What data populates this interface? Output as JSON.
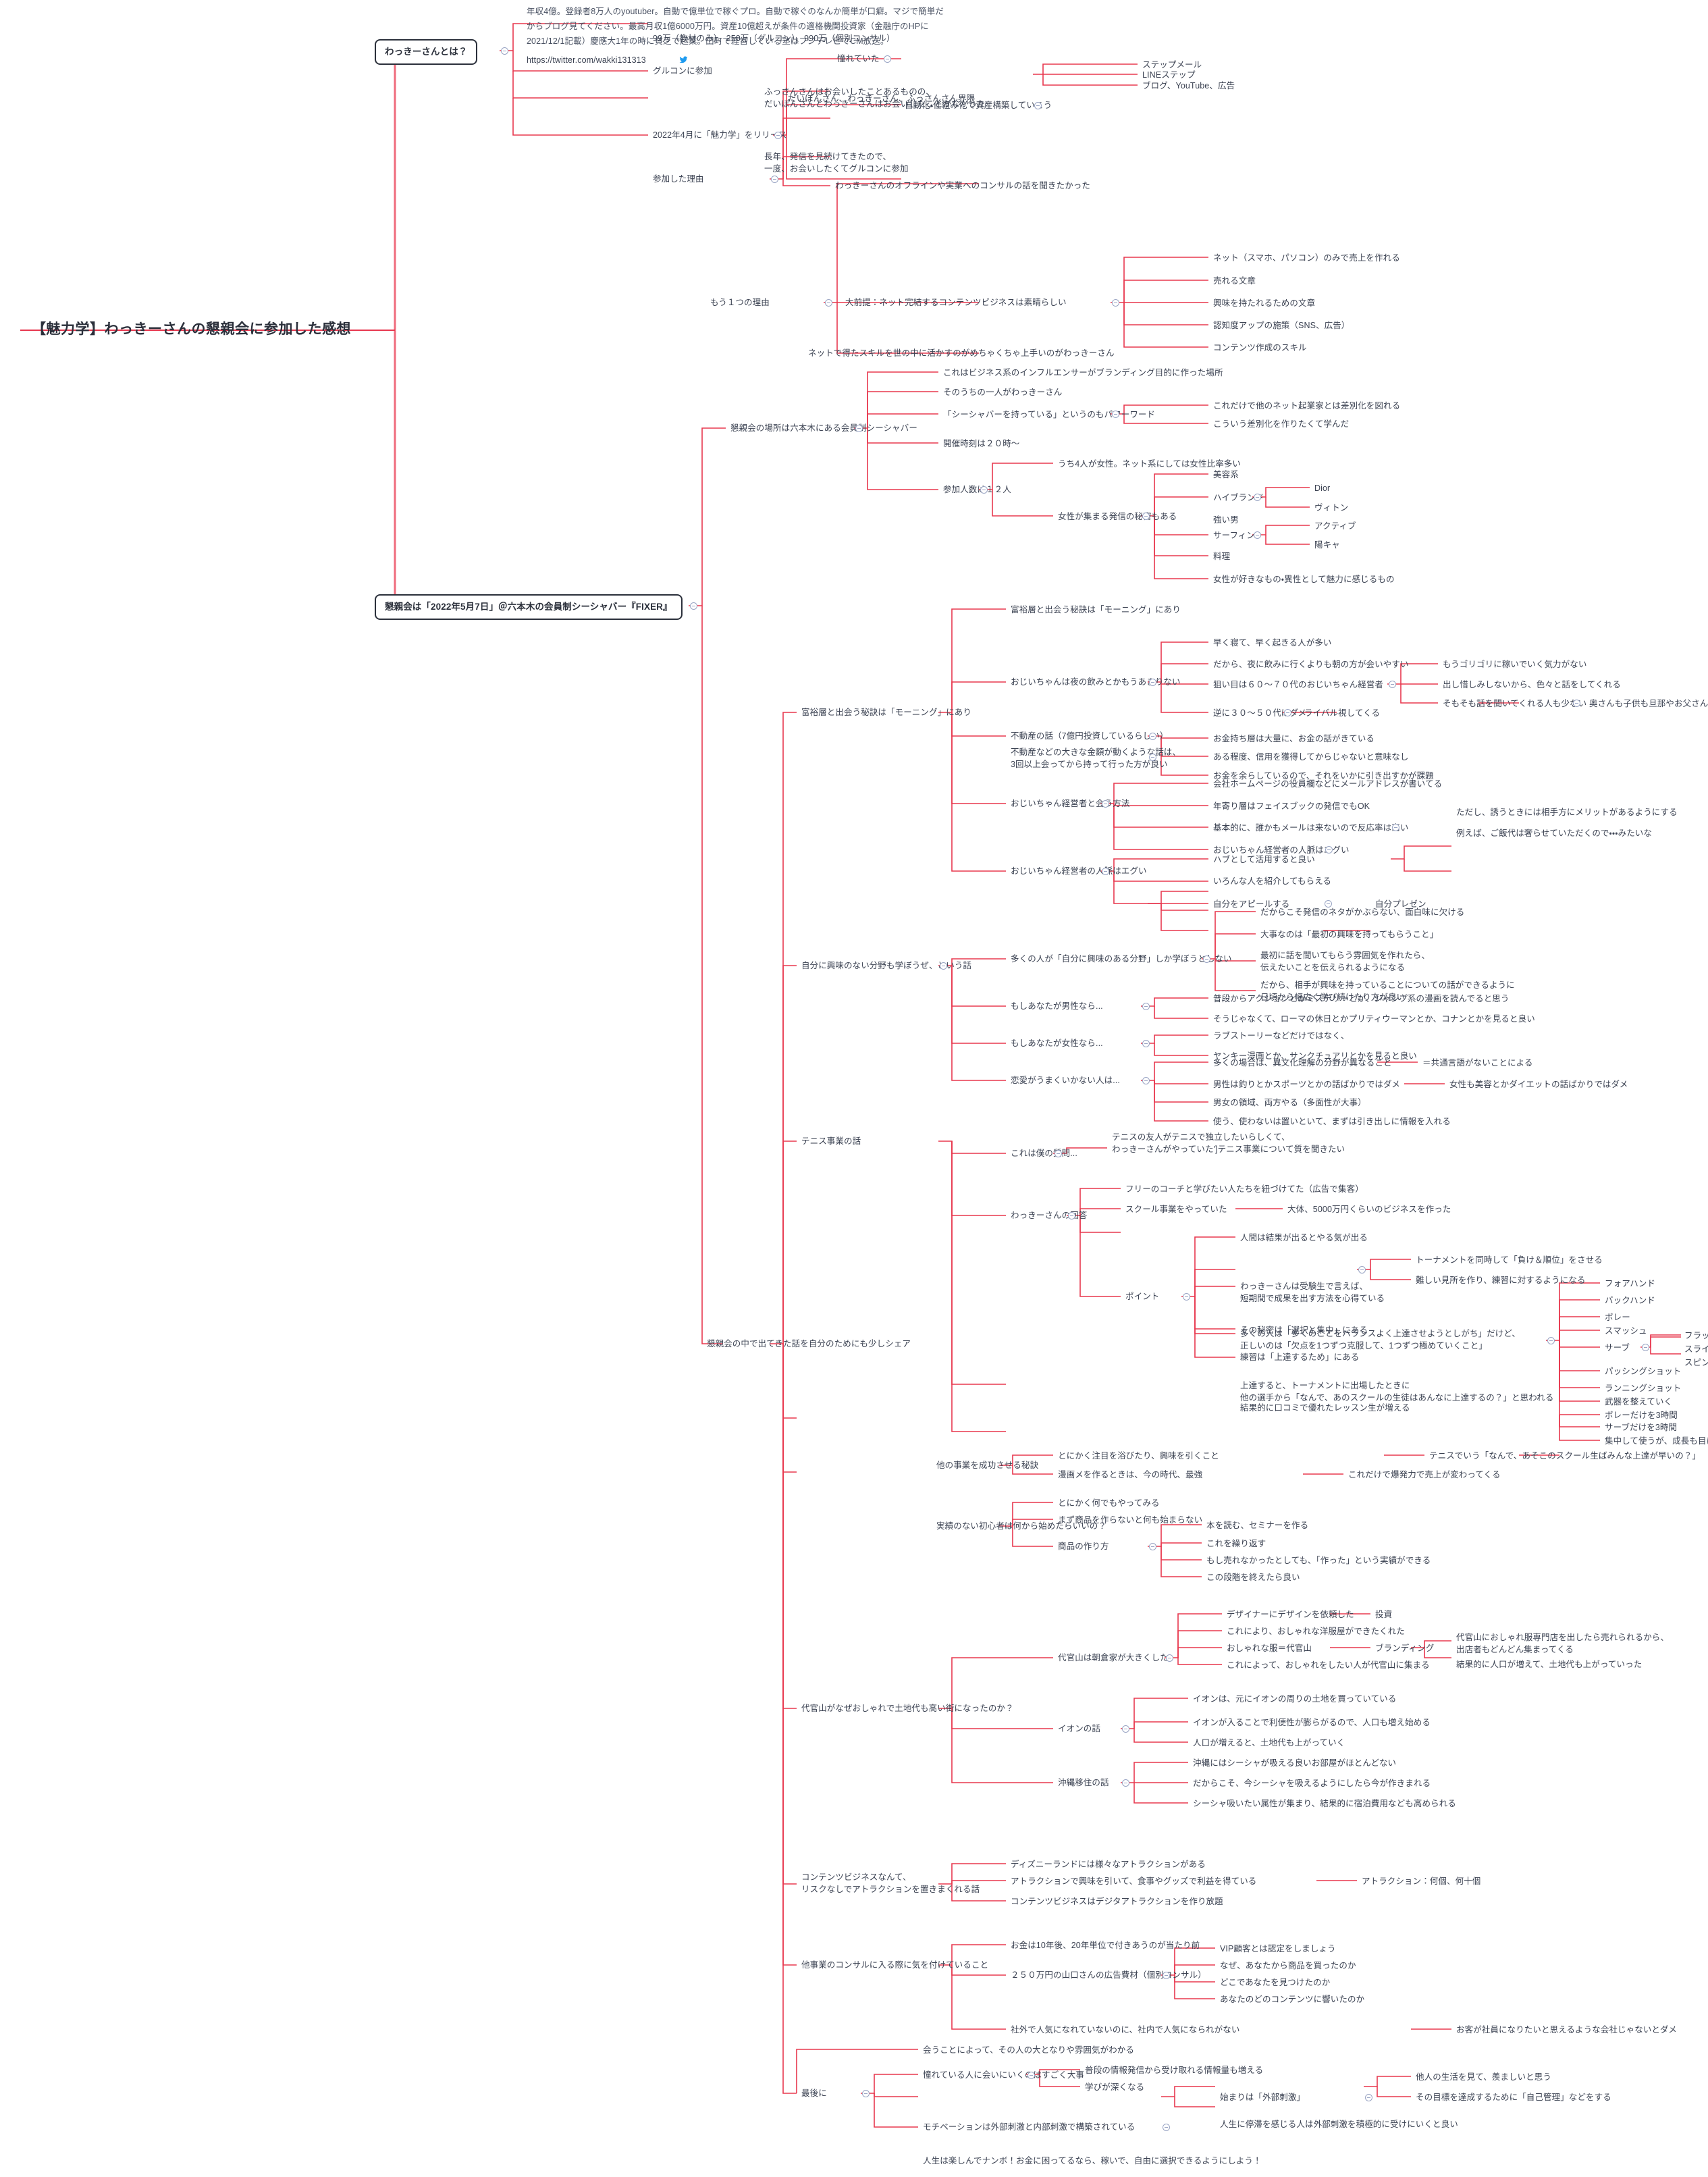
{
  "meta": {
    "title": "【魅力学】わっきーさんの懇親会に参加した感想",
    "accent_color": "#e8384f",
    "root_color": "#2b303b",
    "text_color": "#3b4252",
    "background": "#ffffff"
  },
  "root": {
    "label": "【魅力学】わっきーさんの懇親会に参加した感想"
  },
  "branch1": {
    "label": "わっきーさんとは？",
    "intro": "年収4億。登録者8万人のyoutuber。自動で億単位で稼ぐプロ。自動で稼ぐのなんか簡単が口癖。マジで簡単だ\nからブログ見てください。最高月収1億6000万円。資産10億超えが条件の適格機関投資家（金融庁のHPに\n2021/12/1記載）慶應大1年の時に貧乏で起業。田町で経営している塾はフジテレビでCM放送。",
    "twitter_url": "https://twitter.com/wakki131313",
    "release": "2022年4月に「魅力学」をリリース",
    "price": "99万（教材のみ）、250万（グルコン）、990万（個別コンサル）",
    "grucon": "グルコンに参加",
    "grucon_members": "だいぽんさん、わっきーさん、ふっさんさん界隈",
    "reason_label": "参加した理由",
    "reason_admire": "憧れていた",
    "reason_auto": "自動化・仕組み化で資産構築していこう",
    "step_mail": "ステップメール",
    "line_step": "LINEステップ",
    "blog_youtube_ad": "ブログ、YouTube、広告",
    "reason_met": "ふっさんさんはお会いしたことあるものの、\nだいぽんさんとわっきーさんはお会いしたことがなかった",
    "reason_longterm": "長年、発信を見続けてきたので、\n一度、お会いしたくてグルコンに参加",
    "reason2_label": "もう１つの理由",
    "reason2_consul": "わっきーさんのオフラインや実業へのコンサルの話を聞きたかった",
    "premise": "大前提：ネット完結するコンテンツビジネスは素晴らしい",
    "premise_items": [
      "ネット（スマホ、パソコン）のみで売上を作れる",
      "売れる文章",
      "興味を持たれるための文章",
      "認知度アップの施策（SNS、広告）",
      "コンテンツ作成のスキル"
    ],
    "net_skill": "ネットで得たスキルを世の中に活かすのがめちゃくちゃ上手いのがわっきーさん"
  },
  "branch2": {
    "label": "懇親会は「2022年5月7日」＠六本木の会員制シーシャバー『FIXER』",
    "venue": "懇親会の場所は六本木にある会員制シーシャバー",
    "venue_influencer": "これはビジネス系のインフルエンサーがブランディング目的に作った場所",
    "venue_one": "そのうちの一人がわっきーさん",
    "venue_powerword": "「シーシャバーを持っている」というのもパワーワード",
    "venue_pw_1": "これだけで他のネット起業家とは差別化を図れる",
    "venue_pw_2": "こういう差別化を作りたくて学んだ",
    "venue_time": "開催時刻は２０時〜",
    "attendees": "参加人数は１２人",
    "attendees_women": "うち4人が女性。ネット系にしては女性比率多い",
    "women_charm": "女性が集まる発信の秘密もある",
    "beauty": "美容系",
    "highbrand": "ハイブランド",
    "highbrand_1": "Dior",
    "highbrand_2": "ヴィトン",
    "strong_man": "強い男",
    "surfin": "サーフィン",
    "surfin_1": "アクティブ",
    "surfin_2": "陽キャ",
    "cooking": "料理",
    "women_like": "女性が好きなもの・異性として魅力に感じるもの"
  },
  "share": {
    "label": "懇親会の中で出てきた話を自分のためにも少しシェア"
  },
  "morning": {
    "title": "富裕層と出会う秘訣は「モーニング」にあり",
    "ojii_night": "おじいちゃんは夜の飲みとかもうあまりない",
    "early_1": "早く寝て、早く起きる人が多い",
    "early_2": "だから、夜に飲みに行くよりも朝の方が会いやすい",
    "target": "狙い目は６０〜７０代のおじいちゃん経営者",
    "target_1": "もうゴリゴリに稼いでいく気力がない",
    "target_2": "出し惜しみしないから、色々と話をしてくれる",
    "target_3": "そもそも話を聞いてくれる人も少ない",
    "target_3_sub": "奥さんも子供も旦那やお父さんの話に興味ない",
    "ng_age": "逆に３０〜５０代はダメ",
    "ng_age_sub": "ライバル視してくる"
  },
  "realestate": {
    "title": "不動産の話（7億円投資しているらしい）",
    "rich_money": "お金持ち層は大量に、お金の話がきている",
    "three_times": "不動産などの大きな金額が動くような話は、\n3回以上会ってから持って行った方が良い",
    "trust": "ある程度、信用を獲得してからじゃないと意味なし",
    "surplus": "お金を余らしているので、それをいかに引き出すかが課題"
  },
  "howtomeet": {
    "title": "おじいちゃん経営者と会う方法",
    "email_on_hp": "会社ホームページの役員欄などにメールアドレスが書いてる",
    "facebook_ok": "年寄り層はフェイスブックの発信でもOK",
    "response_high": "基本的に、誰かもメールは来ないので反応率は高い",
    "merit": "ただし、誘うときには相手方にメリットがあるようにする",
    "merit_example": "例えば、ご飯代は奢らせていただくので・・・みたいな",
    "network": "おじいちゃん経営者の人脈はエグい",
    "hub": "ハブとして活用すると良い",
    "intro_people": "いろんな人を紹介してもらえる",
    "self_appeal": "自分をアピールする",
    "self_presen": "自分プレゼン"
  },
  "learn": {
    "title": "自分に興味のない分野も学ぼうぜ、という話",
    "most_people": "多くの人が「自分に興味のある分野」しか学ぼうとしない",
    "mp_1": "だからこそ発信のネタがかぶらない、面白味に欠ける",
    "mp_2": "大事なのは「最初の興味を持ってもらうこと」",
    "mp_3": "最初に話を聞いてもらう雰囲気を作れたら、\n伝えたいことを伝えられるようになる",
    "mp_4": "だから、相手が興味を持っていることについての話ができるように\n日頃から幅広く学び続けたり方が良い",
    "if_male": "もしあなたが男性なら...",
    "if_male_1": "普段からアクションとかミステリーとか、ジャンプ系の漫画を読んでると思う",
    "if_male_2": "そうじゃなくて、ローマの休日とかプリティウーマンとか、コナンとかを見ると良い",
    "if_female": "もしあなたが女性なら...",
    "if_female_1": "ラブストーリーなどだけではなく、",
    "if_female_2": "ヤンキー漫画とか、サンクチュアリとかを見ると良い",
    "love_fail": "恋愛がうまくいかない人は...",
    "lf_1": "多くの場合は、異文化理解の分野が異なること",
    "lf_1_sub": "＝共通言語がないことによる",
    "lf_2": "男性は釣りとかスポーツとかの話ばかりではダメ",
    "lf_2_sub": "女性も美容とかダイエットの話ばかりではダメ",
    "lf_3": "男女の領域、両方やる（多面性が大事）",
    "lf_4": "使う、使わないは置いといて、まずは引き出しに情報を入れる"
  },
  "tennis": {
    "title": "テニス事業の話",
    "question": "これは僕の質問...",
    "q_1": "テニスの友人がテニスで独立したいらしくて、\nわっきーさんがやっていた']テニス事業について質を聞きたい",
    "answer": "わっきーさんの回答",
    "a_1": "フリーのコーチと学びたい人たちを紐づけてた（広告で集客）",
    "a_2": "スクール事業をやっていた",
    "a_2_sub": "大体、5000万円くらいのビジネスを作った",
    "point": "ポイント",
    "p_1": "人間は結果が出るとやる気が出る",
    "p_1_sub1": "トーナメントを同時して「負け＆順位」をさせる",
    "p_1_sub2": "難しい見所を作り、練習に対するようになる",
    "p_2": "わっきーさんは受験生で言えば、\n短期間で成果を出す方法を心得ている",
    "p_3": "その秘密は「選択と集中」にある",
    "practice": "練習は「上達するため」にある",
    "pr_main": "多くの人は「多くのことをバランスよく上達させようとしがち」だけど、\n正しいのは「欠点を1つずつ克服して、1つずつ極めていくこと」",
    "strokes": [
      "フォアハンド",
      "バックハンド",
      "ボレー",
      "スマッシュ"
    ],
    "serve": "サーブ",
    "serve_types": [
      "フラット",
      "スライス",
      "スピン"
    ],
    "passing": "パッシングショット",
    "running": "ランニングショット",
    "strategy": "武器を整えていく",
    "strat_1": "ボレーだけを3時間",
    "strat_2": "サーブだけを3時間",
    "strat_3": "集中して使うが、成長も目に見られて上達する",
    "improve": "上達すると、トーナメントに出場したときに\n他の選手から「なんで、あのスクールの生徒はあんなに上達するの？」と思われる",
    "improve_sub": "結果的に口コミで優れたレッスン生が増える"
  },
  "success": {
    "title": "他の事業を成功させる秘訣",
    "s_1": "とにかく注目を浴びたり、興味を引くこと",
    "s_1_sub": "テニスでいう「なんで、あそこのスクール生ばみんな上達が早いの？」",
    "s_2": "漫画メを作るときは、今の時代、最強",
    "s_2_sub": "これだけで爆発力で売上が変わってくる"
  },
  "beginner": {
    "title": "実績のない初心者は何から始めたらいいの？",
    "b_1": "とにかく何でもやってみる",
    "b_2": "まず商品を作らないと何も始まらない",
    "howto": "商品の作り方",
    "h_1": "本を読む、セミナーを作る",
    "h_2": "これを繰り返す",
    "h_3": "もし売れなかったとしても、「作った」という実績ができる",
    "h_4": "この段階を終えたら良い"
  },
  "daikanyama": {
    "title": "代官山がなぜおしゃれで土地代も高い街になったのか？",
    "d_1": "代官山は朝倉家が大きくした",
    "d_1_a": "デザイナーにデザインを依頼した",
    "d_1_a_sub": "投資",
    "d_1_b": "これにより、おしゃれな洋服屋ができたくれた",
    "d_1_c": "おしゃれな服＝代官山",
    "d_1_c_sub": "ブランディング",
    "d_1_d": "これによって、おしゃれをしたい人が代官山に集まる",
    "d_1_e": "代官山におしゃれ服専門店を出したら売れられるから、\n出店者もどんどん集まってくる",
    "d_1_f": "結果的に人口が増えて、土地代も上がっていった",
    "ion": "イオンの話",
    "i_1": "イオンは、元にイオンの周りの土地を買っていている",
    "i_2": "イオンが入ることで利便性が膨らがるので、人口も増え始める",
    "i_3": "人口が増えると、土地代も上がっていく",
    "okinawa": "沖縄移住の話",
    "o_1": "沖縄にはシーシャが吸える良いお部屋がほとんどない",
    "o_2": "だからこそ、今シーシャを吸えるようにしたら今が作きまれる",
    "o_3": "シーシャ吸いたい属性が集まり、結果的に宿泊費用なども高められる"
  },
  "contents": {
    "title": "コンテンツビジネスなんて、\nリスクなしでアトラクションを置きまくれる話",
    "c_1": "ディズニーランドには様々なアトラクションがある",
    "c_2": "アトラクションで興味を引いて、食事やグッズで利益を得ている",
    "c_2_sub": "アトラクション：何個、何十個",
    "c_3": "コンテンツビジネスはデジタアトラクションを作り放題"
  },
  "otherconsul": {
    "title": "他事業のコンサルに入る際に気を付けていること",
    "o_1": "お金は10年後、20年単位で付きあうのが当たり前",
    "consul250": "２５０万円の山口さんの広告費材（個別コンサル）",
    "c250_1": "VIP顧客とは認定をしましょう",
    "c250_2": "なぜ、あなたから商品を買ったのか",
    "c250_3": "どこであなたを見つけたのか",
    "c250_4": "あなたのどのコンテンツに響いたのか",
    "bottom": "社外で人気になれていないのに、社内で人気になられがない",
    "bottom_sub": "お客が社員になりたいと思えるような会社じゃないとダメ"
  },
  "last": {
    "title": "最後に",
    "meet": "会うことによって、その人の大となりや雰囲気がわかる",
    "admire": "憧れている人に会いにいくのはすごく大事",
    "a_1": "普段の情報発信から受け取れる情報量も増える",
    "a_2": "学びが深くなる",
    "motivation": "モチベーションは外部刺激と内部刺激で構築されている",
    "m_start": "始まりは「外部刺激」",
    "m_1": "他人の生活を見て、羨ましいと思う",
    "m_2": "その目標を達成するために「自己管理」などをする",
    "m_3": "人生に停滞を感じる人は外部刺激を積極的に受けにいくと良い",
    "closing": "人生は楽しんでナンボ！お金に困ってるなら、稼いで、自由に選択できるようにしよう！"
  }
}
